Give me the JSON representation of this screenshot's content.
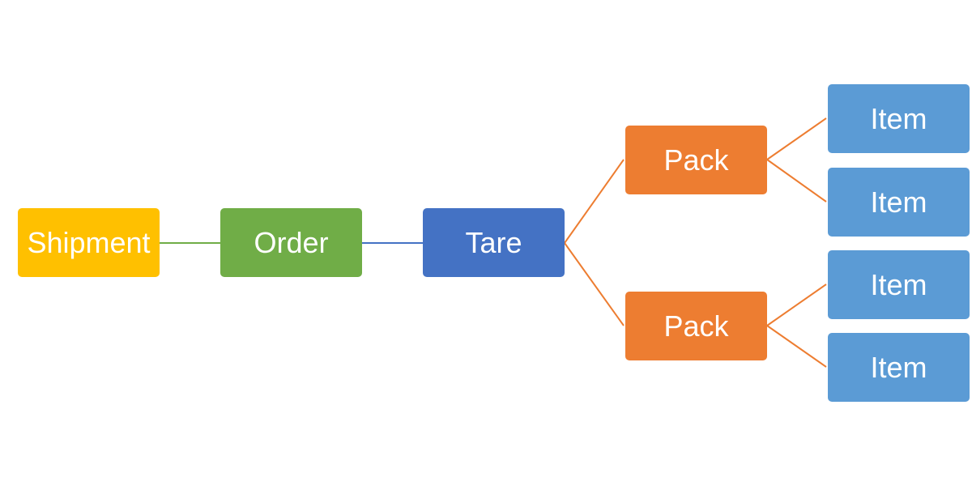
{
  "nodes": {
    "shipment": {
      "label": "Shipment",
      "color": "#FFC000"
    },
    "order": {
      "label": "Order",
      "color": "#70AD47"
    },
    "tare": {
      "label": "Tare",
      "color": "#4472C4"
    },
    "packs": [
      {
        "label": "Pack",
        "color": "#ED7D31"
      },
      {
        "label": "Pack",
        "color": "#ED7D31"
      }
    ],
    "items": [
      {
        "label": "Item",
        "color": "#5B9BD5"
      },
      {
        "label": "Item",
        "color": "#5B9BD5"
      },
      {
        "label": "Item",
        "color": "#5B9BD5"
      },
      {
        "label": "Item",
        "color": "#5B9BD5"
      }
    ]
  },
  "connector_colors": {
    "shipment_order": "#70AD47",
    "order_tare": "#4472C4",
    "tare_packs": "#ED7D31",
    "packs_items": "#ED7D31"
  }
}
